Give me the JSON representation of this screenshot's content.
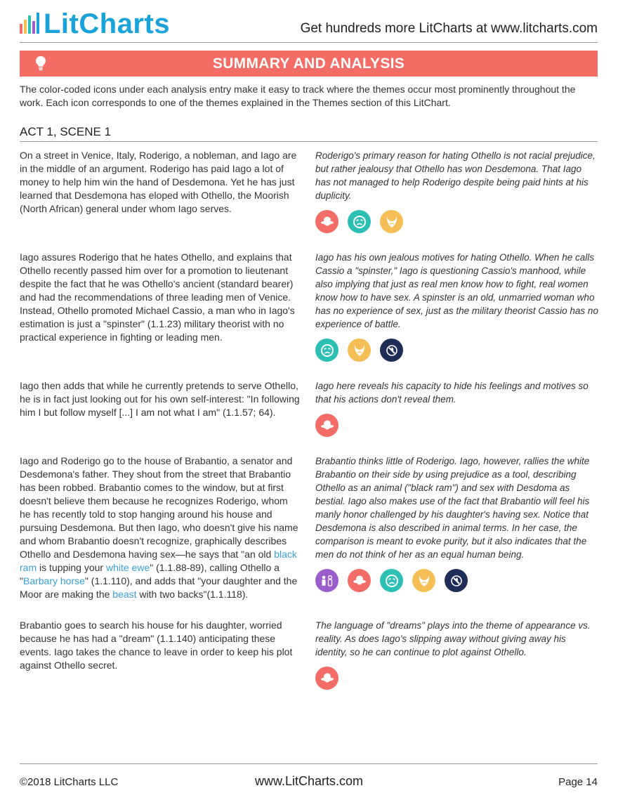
{
  "header": {
    "logo_text": "LitCharts",
    "tagline": "Get hundreds more LitCharts at www.litcharts.com"
  },
  "banner": {
    "title": "SUMMARY AND ANALYSIS",
    "icon": "lightbulb-icon"
  },
  "intro": "The color-coded icons under each analysis entry make it easy to track where the themes occur most prominently throughout the work. Each icon corresponds to one of the themes explained in the Themes section of this LitChart.",
  "section_title": "ACT 1, SCENE 1",
  "colors": {
    "brand": "#1aa3d9",
    "banner": "#f46c66",
    "theme_deception": "#f46c66",
    "theme_jealousy": "#2bc0b3",
    "theme_sexuality": "#f6bf55",
    "theme_military": "#1e2d58",
    "theme_prejudice": "#9b5ccc",
    "link": "#3a9fd8"
  },
  "entries": [
    {
      "summary": "On a street in Venice, Italy, Roderigo, a nobleman, and Iago are in the middle of an argument. Roderigo has paid Iago a lot of money to help him win the hand of Desdemona. Yet he has just learned that Desdemona has eloped with Othello, the Moorish (North African) general under whom Iago serves.",
      "analysis": "Roderigo's primary reason for hating Othello is not racial prejudice, but rather jealousy that Othello has won Desdemona. That Iago has not managed to help Roderigo despite being paid hints at his duplicity.",
      "themes": [
        "deception-theme-icon",
        "jealousy-theme-icon",
        "sexuality-theme-icon"
      ]
    },
    {
      "summary": "Iago assures Roderigo that he hates Othello, and explains that Othello recently passed him over for a promotion to lieutenant despite the fact that he was Othello's ancient (standard bearer) and had the recommendations of three leading men of Venice. Instead, Othello promoted Michael Cassio, a man who in Iago's estimation is just a \"spinster\" (1.1.23) military theorist with no practical experience in fighting or leading men.",
      "analysis": "Iago has his own jealous motives for hating Othello. When he calls Cassio a \"spinster,\" Iago is questioning Cassio's manhood, while also implying that just as real men know how to fight, real women know how to have sex. A spinster is an old, unmarried woman who has no experience of sex, just as the military theorist Cassio has no experience of battle.",
      "themes": [
        "jealousy-theme-icon",
        "sexuality-theme-icon",
        "military-theme-icon"
      ]
    },
    {
      "summary": "Iago then adds that while he currently pretends to serve Othello, he is in fact just looking out for his own self-interest: \"In following him I but follow myself [...] I am not what I am\" (1.1.57; 64).",
      "analysis": "Iago here reveals his capacity to hide his feelings and motives so that his actions don't reveal them.",
      "themes": [
        "deception-theme-icon"
      ]
    },
    {
      "summary_parts": [
        "Iago and Roderigo go to the house of Brabantio, a senator and Desdemona's father. They shout from the street that Brabantio has been robbed. Brabantio comes to the window, but at first doesn't believe them because he recognizes Roderigo, whom he has recently told to stop hanging around his house and pursuing Desdemona. But then Iago, who doesn't give his name and whom Brabantio doesn't recognize, graphically describes Othello and Desdemona having sex—he says that \"an old ",
        "black ram",
        " is tupping your ",
        "white ewe",
        "\" (1.1.88-89), calling Othello a \"",
        "Barbary horse",
        "\" (1.1.110), and adds that \"your daughter and the Moor are making the ",
        "beast",
        " with two backs\"(1.1.118)."
      ],
      "analysis": "Brabantio thinks little of Roderigo. Iago, however, rallies the white Brabantio on their side by using prejudice as a tool, describing Othello as an animal (\"black ram\") and sex with Desdoma as bestial. Iago also makes use of the fact that Brabantio will feel his manly honor challenged by his daughter's having sex. Notice that Desdemona is also described in animal terms. In her case, the comparison is meant to evoke purity, but it also indicates that the men do not think of her as an equal human being.",
      "themes": [
        "prejudice-theme-icon",
        "deception-theme-icon",
        "jealousy-theme-icon",
        "sexuality-theme-icon",
        "military-theme-icon"
      ]
    },
    {
      "summary": "Brabantio goes to search his house for his daughter, worried because he has had a \"dream\" (1.1.140) anticipating these events. Iago takes the chance to leave in order to keep his plot against Othello secret.",
      "analysis": "The language of \"dreams\" plays into the theme of appearance vs. reality. As does Iago's slipping away without giving away his identity, so he can continue to plot against Othello.",
      "themes": [
        "deception-theme-icon"
      ]
    }
  ],
  "footer": {
    "copyright": "©2018 LitCharts LLC",
    "site": "www.LitCharts.com",
    "page": "Page 14"
  }
}
